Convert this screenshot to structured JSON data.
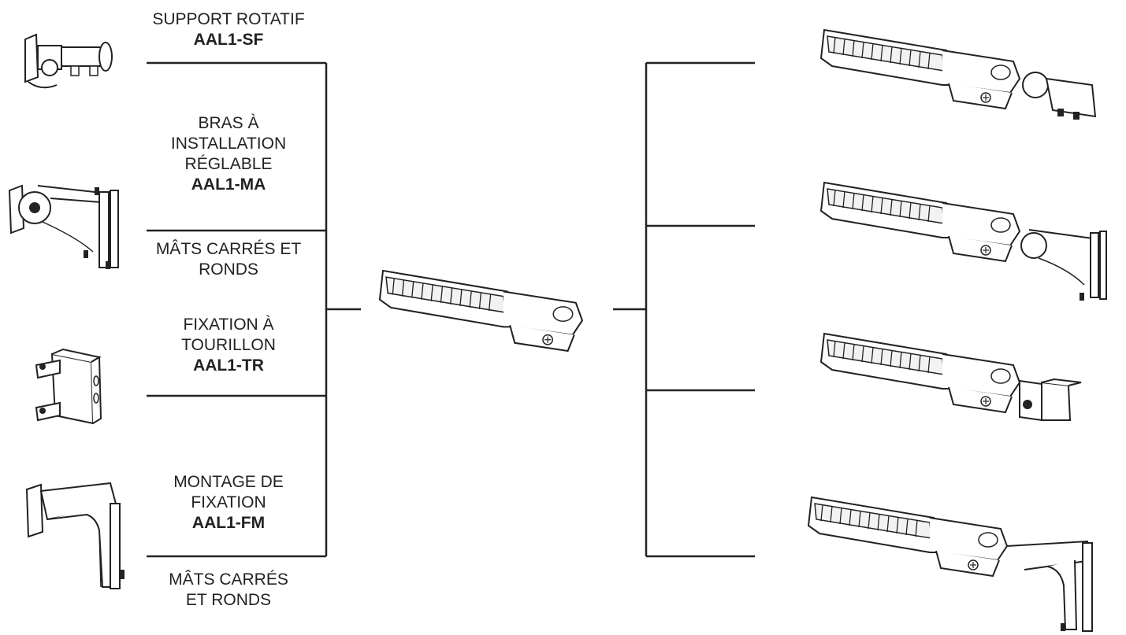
{
  "accessories": [
    {
      "name_lines": [
        "SUPPORT ROTATIF"
      ],
      "code": "AAL1-SF",
      "icon": "swivel-mount-icon"
    },
    {
      "name_lines": [
        "BRAS À",
        "INSTALLATION",
        "RÉGLABLE"
      ],
      "code": "AAL1-MA",
      "icon": "adjustable-arm-icon"
    },
    {
      "name_lines": [
        "MÂTS CARRÉS ET",
        "RONDS"
      ],
      "code": "",
      "icon": ""
    },
    {
      "name_lines": [
        "FIXATION À",
        "TOURILLON"
      ],
      "code": "AAL1-TR",
      "icon": "trunnion-mount-icon"
    },
    {
      "name_lines": [
        "MONTAGE DE",
        "FIXATION"
      ],
      "code": "AAL1-FM",
      "icon": "fixture-mount-icon"
    },
    {
      "name_lines": [
        "MÂTS CARRÉS",
        "ET RONDS"
      ],
      "code": "",
      "icon": ""
    }
  ],
  "center_icon": "led-area-light-icon",
  "result_icons": [
    "light-with-swivel-mount-icon",
    "light-with-adjustable-arm-icon",
    "light-with-trunnion-mount-icon",
    "light-with-fixture-mount-icon"
  ],
  "line_color": "#222222"
}
